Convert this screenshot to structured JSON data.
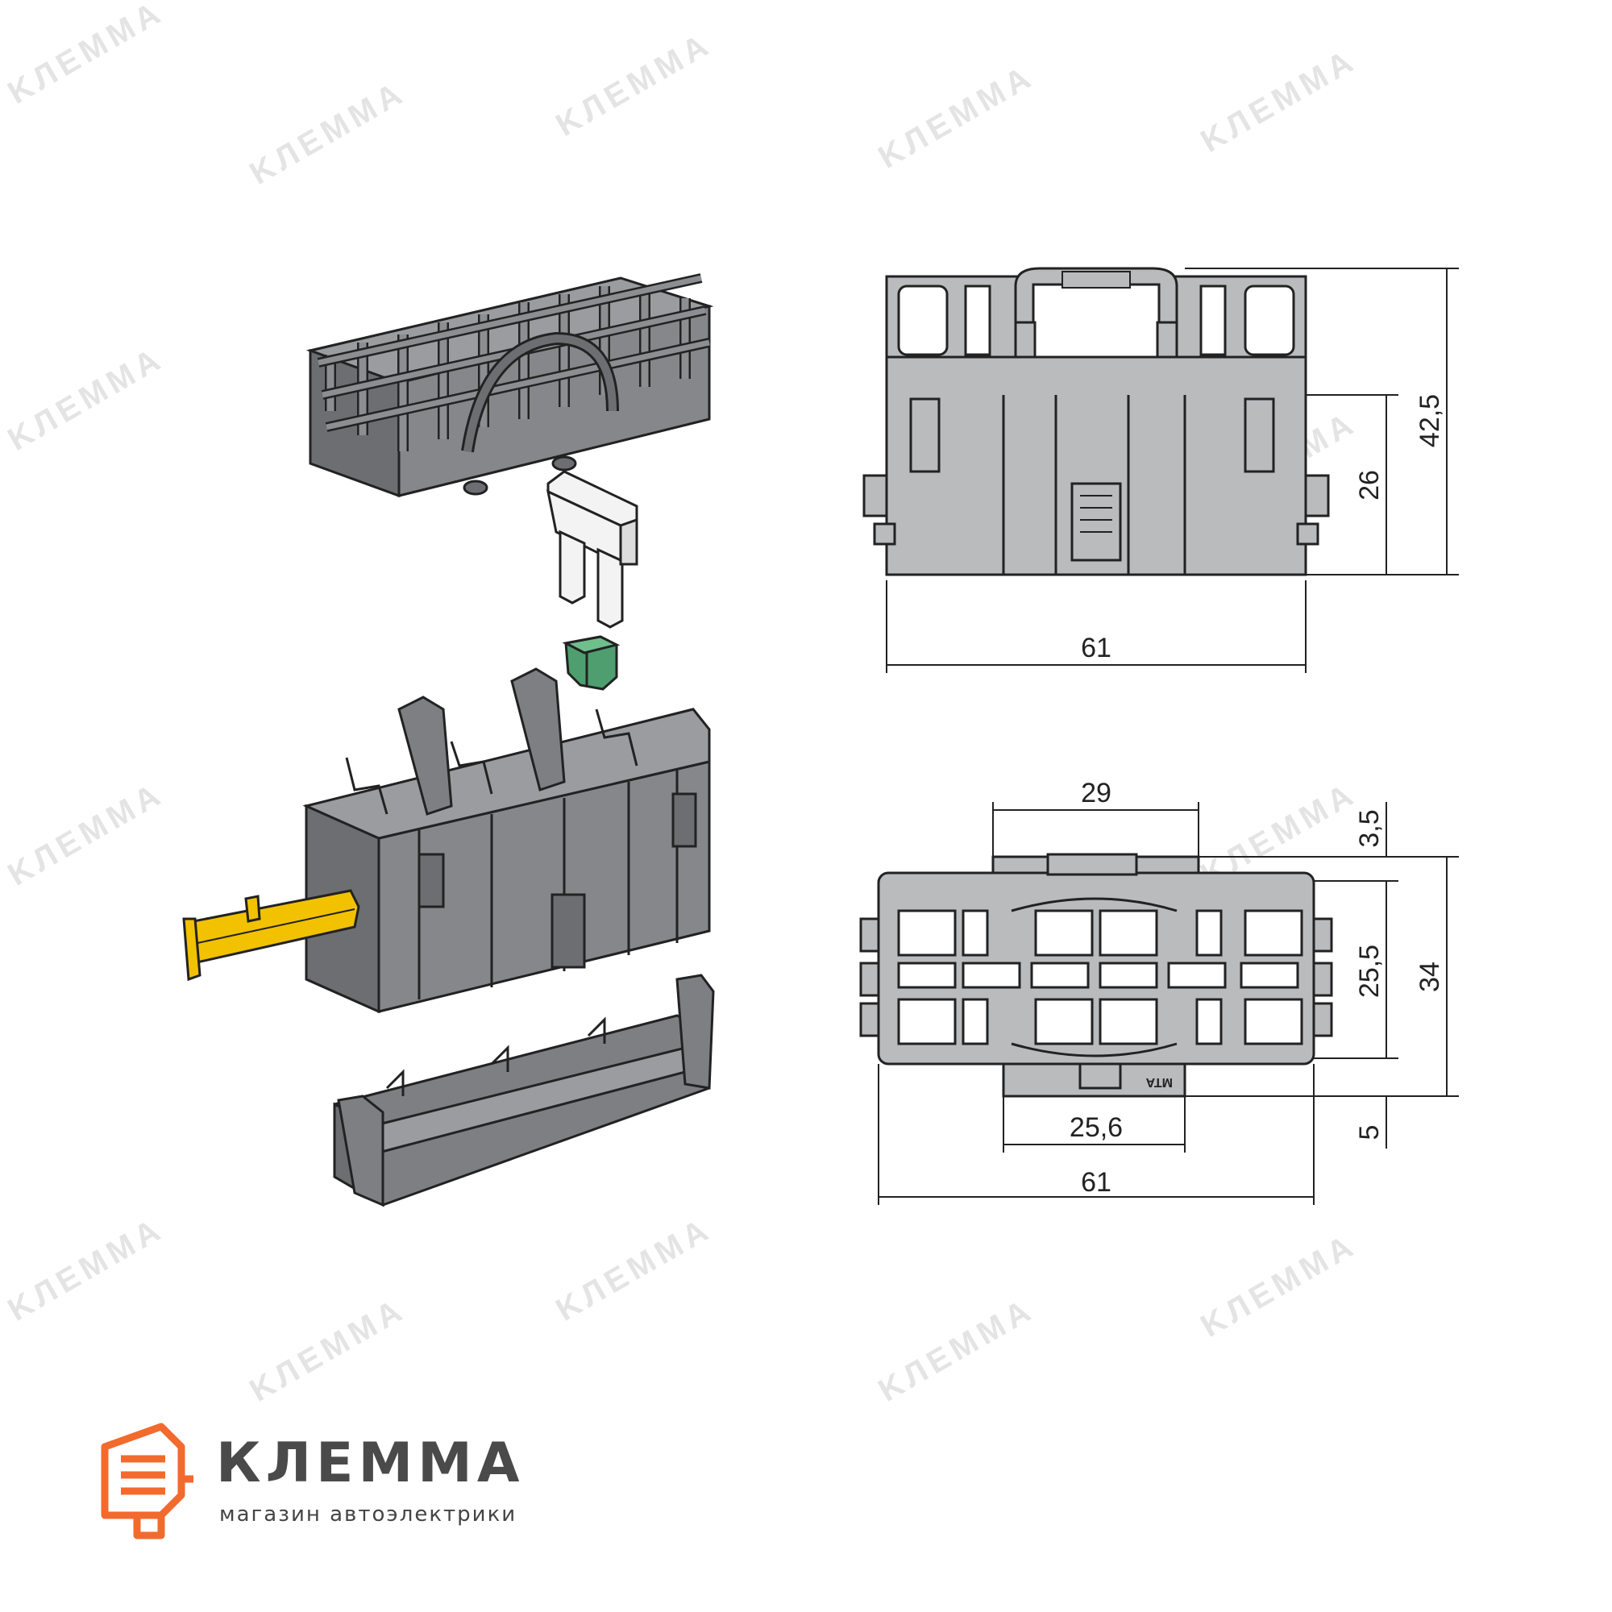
{
  "watermark": {
    "text": "KЛEMMA"
  },
  "brand": {
    "name": "КЛЕММА",
    "tagline": "магазин автоэлектрики",
    "accent_color": "#f26a2e",
    "logo_icon": "terminal-logo-icon"
  },
  "front_view": {
    "height_total": "42,5",
    "height_body": "26",
    "width": "61"
  },
  "bottom_view": {
    "top_width": "29",
    "top_offset": "3,5",
    "inner_height": "25,5",
    "total_height": "34",
    "bottom_width": "25,6",
    "bottom_offset": "5",
    "width": "61",
    "marking": "MTA"
  },
  "colors": {
    "housing": "#7d7f82",
    "housing_light": "#b9bbbd",
    "lever": "#f2c200",
    "latch": "#4f9e6f",
    "fuse": "#f3f3f3",
    "line": "#222222"
  }
}
